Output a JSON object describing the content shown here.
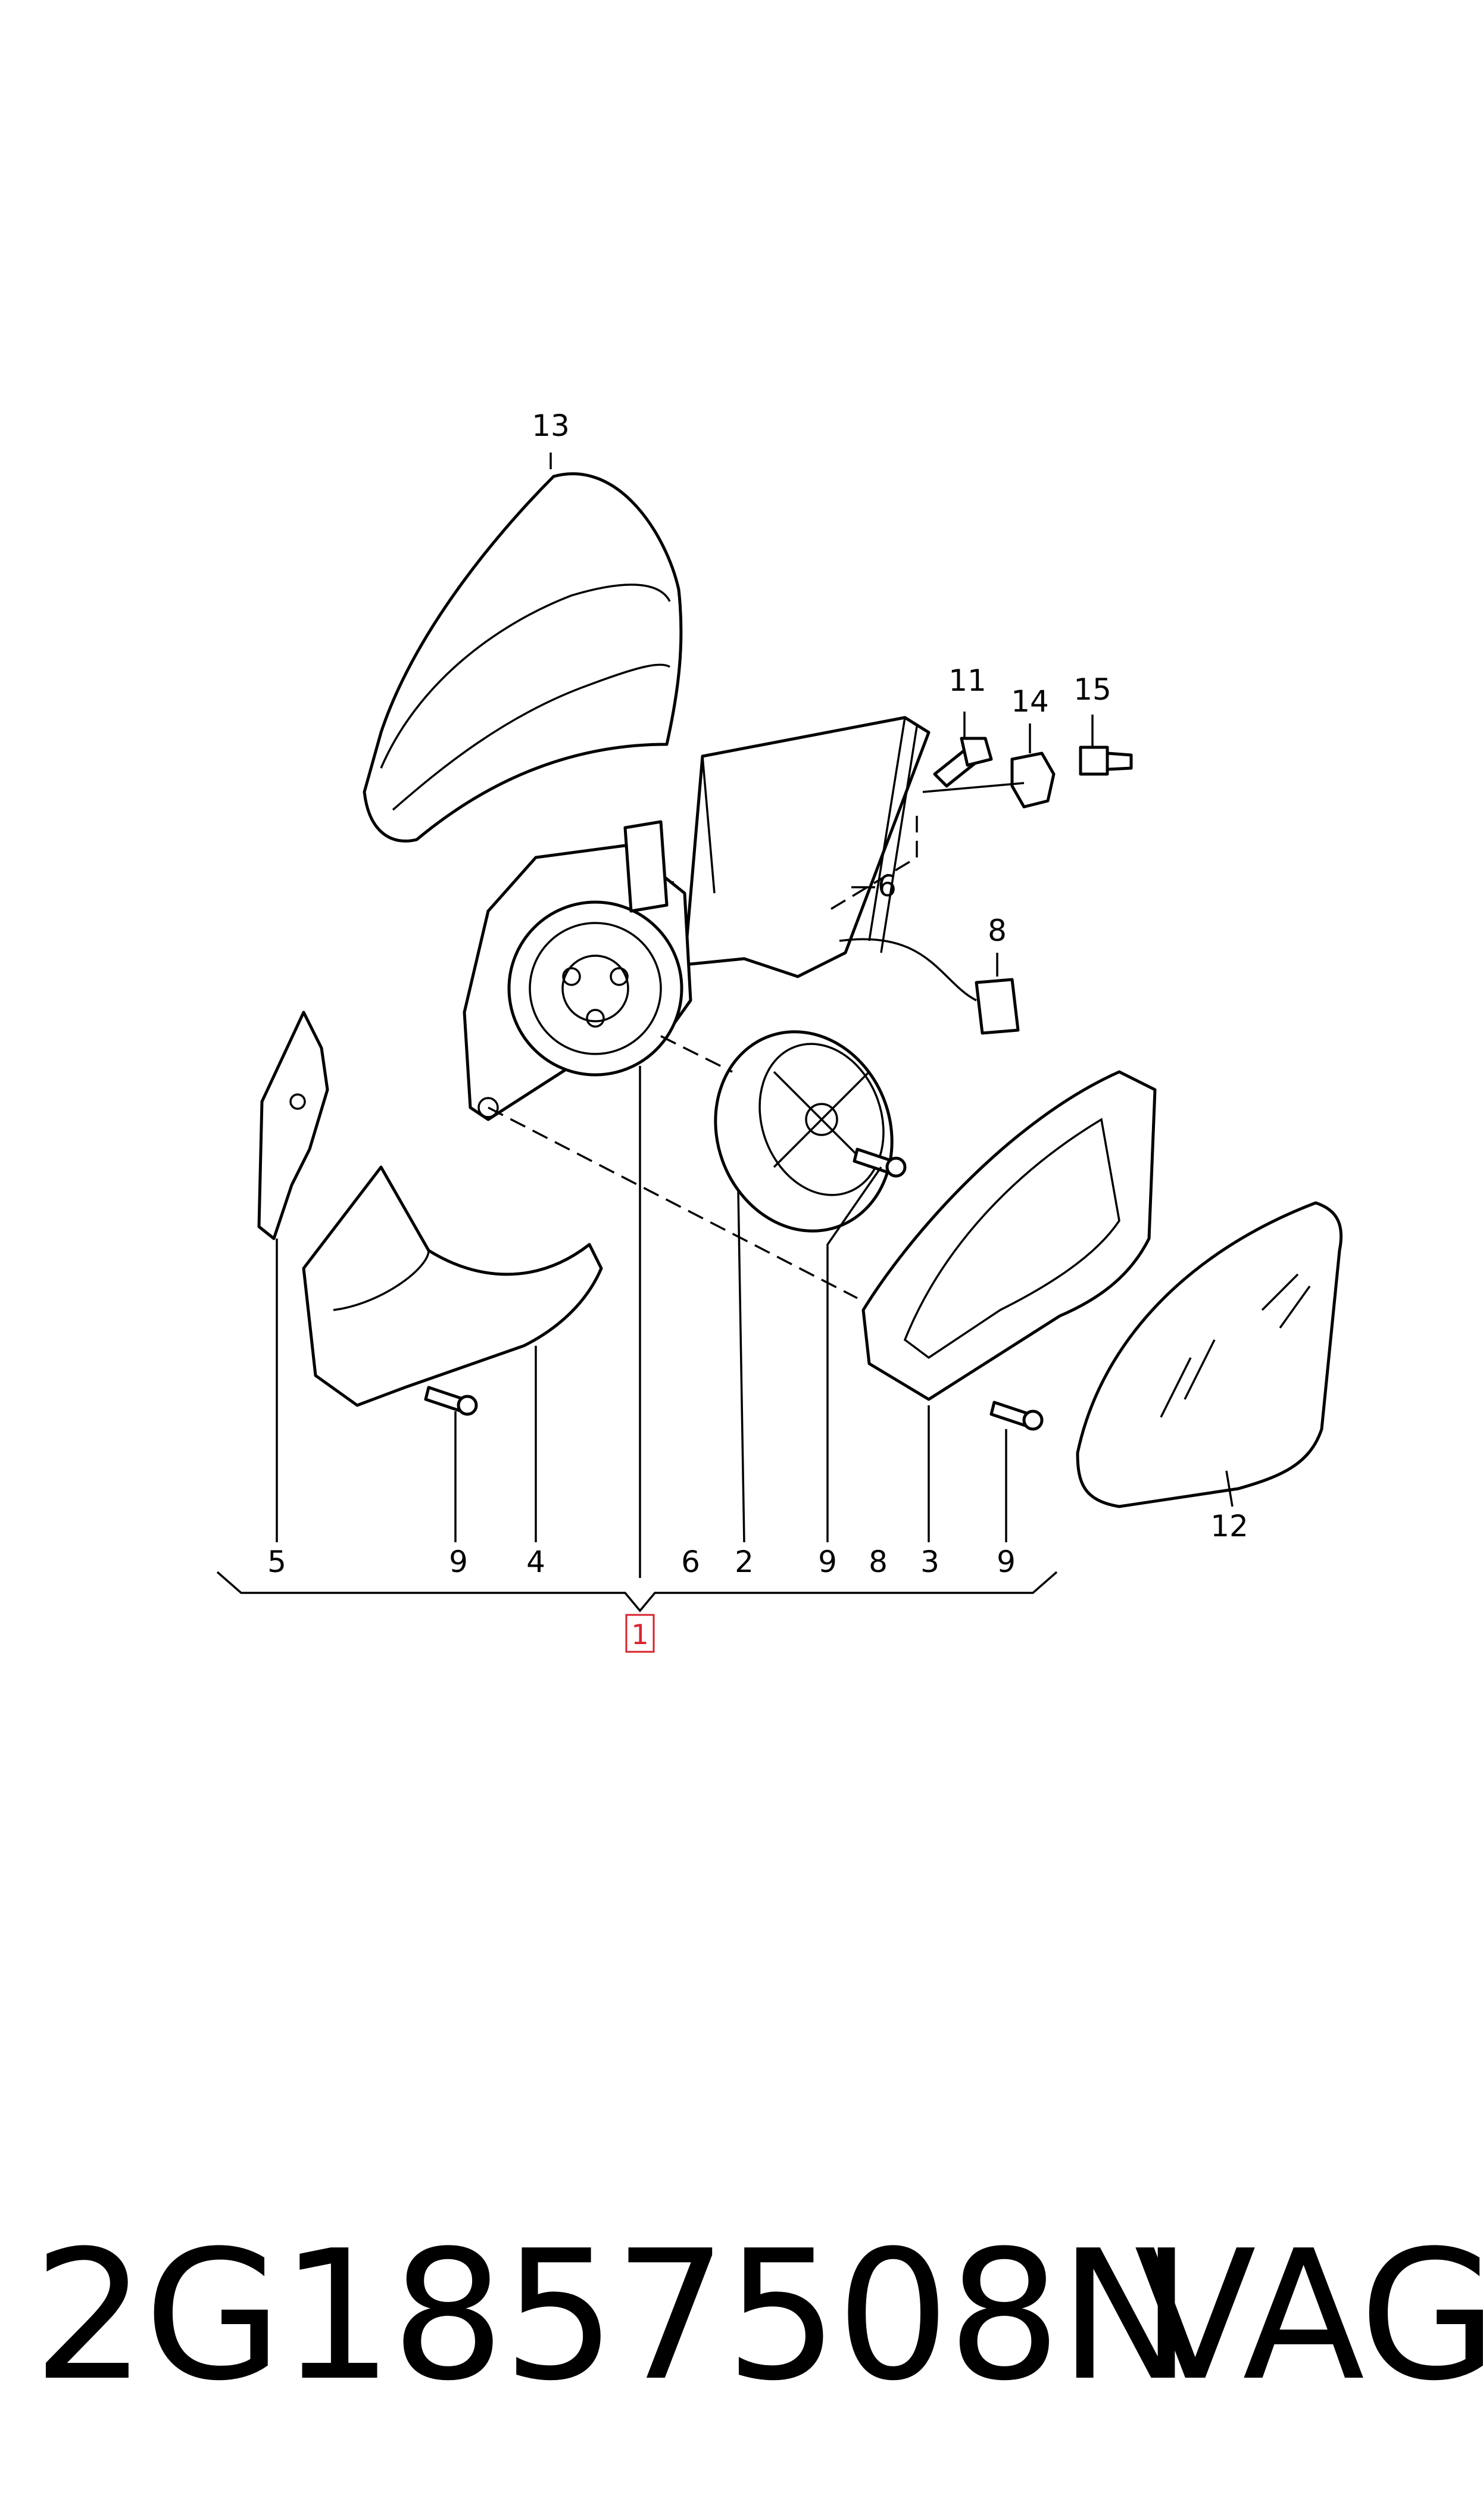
{
  "diagram": {
    "callouts": {
      "c1": "1",
      "c2": "2",
      "c3": "3",
      "c4": "4",
      "c5": "5",
      "c6": "6",
      "c8": "8",
      "c9": "9",
      "c11": "11",
      "c12": "12",
      "c13": "13",
      "c14": "14",
      "c15": "15"
    },
    "highlight_color": "#d9232e"
  },
  "footer": {
    "part_number": "2G1857508N",
    "brand": "VAG"
  }
}
